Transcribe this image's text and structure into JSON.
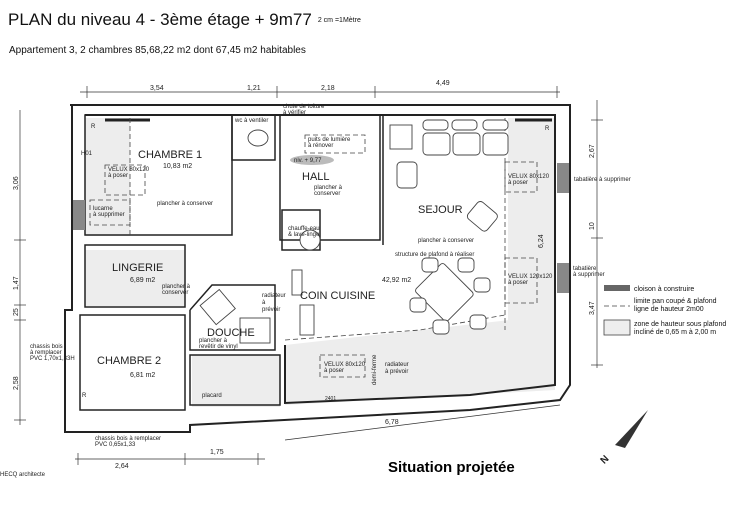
{
  "header": {
    "title": "PLAN du niveau 4 - 3ème étage   + 9m77",
    "scale": "2 cm =1Mètre",
    "subtitle": "Appartement 3, 2 chambres  85,68,22  m2 dont 67,45 m2  habitables"
  },
  "rooms": {
    "chambre1": {
      "name": "CHAMBRE 1",
      "area": "10,83 m2"
    },
    "hall": {
      "name": "HALL"
    },
    "sejour": {
      "name": "SEJOUR",
      "area": "42,92 m2"
    },
    "lingerie": {
      "name": "LINGERIE",
      "area": "6,89 m2"
    },
    "chambre2": {
      "name": "CHAMBRE 2",
      "area": "6,81 m2"
    },
    "douche": {
      "name": "DOUCHE"
    },
    "cuisine": {
      "name": "COIN CUISINE"
    },
    "placard": {
      "name": "placard"
    }
  },
  "notes": {
    "r": "R",
    "h01": "H01",
    "wc": "wc à ventiler",
    "chute": "chute de toiture",
    "chute2": "à vérifier",
    "puits1": "puits de lumière",
    "puits2": "à rénover",
    "niv": "niv. + 9,77",
    "plancher1": "plancher à",
    "plancher2": "conserver",
    "plancher_full": "plancher à conserver",
    "velux80_1": "VELUX 80x120",
    "velux_pos": "à poser",
    "velux120": "VELUX 120x120",
    "lucarne1": "lucarne",
    "lucarne2": "à supprimer",
    "chauffe1": "chauffe-eau",
    "chauffe2": "& lave-linge",
    "structure": "structure de plafond à réaliser",
    "radiateur1": "radiateur",
    "radiateur2": "à",
    "radiateur3": "prévoir",
    "radiateur_full": "à prévoir",
    "douche_pl1": "plancher à",
    "douche_pl2": "revêtir de vinyl",
    "tabatiere1": "tabatière à supprimer",
    "tabatiere2a": "tabatière",
    "tabatiere2b": "à supprimer",
    "demi_ferme": "demi-ferme",
    "chassis1a": "chassis bois",
    "chassis1b": "à remplacer",
    "chassis1c": "PVC 1,70x1,33H",
    "chassis2a": "chassis bois à remplacer",
    "chassis2b": "PVC 0,65x1,33",
    "h_bottom": "2401"
  },
  "dimensions": {
    "top": [
      "3,54",
      "1,21",
      "2,18",
      "4,49"
    ],
    "left": [
      "3,06",
      "1,47",
      "25",
      "2,58"
    ],
    "right": [
      "2,67",
      "10",
      "6,24",
      "3,47"
    ],
    "bottom": [
      "2,64",
      "1,75",
      "6,78"
    ]
  },
  "legend": [
    {
      "label": "cloison à construire"
    },
    {
      "label1": "limite pan coupé & plafond",
      "label2": "ligne de hauteur 2m00"
    },
    {
      "label1": "zone de hauteur sous plafond",
      "label2": "incliné de 0,65 m à 2,00 m"
    }
  ],
  "footer": {
    "situation": "Situation projetée",
    "architect": "HECQ architecte"
  }
}
